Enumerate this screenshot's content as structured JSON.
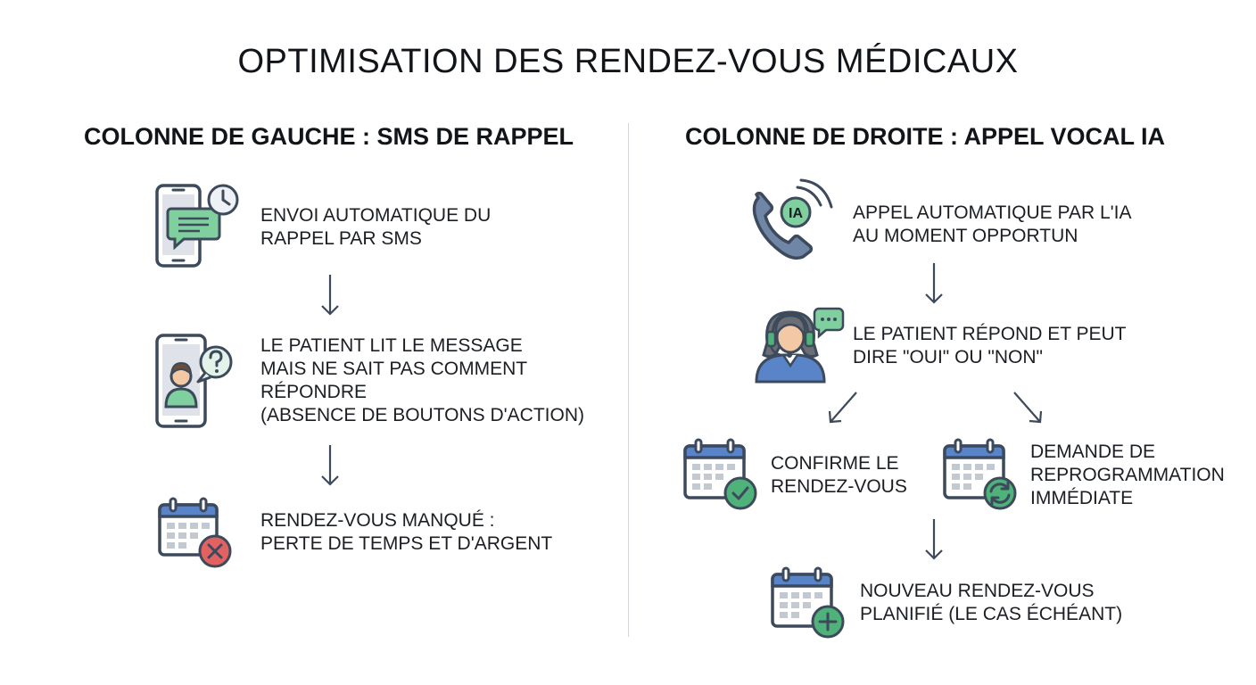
{
  "title": "OPTIMISATION DES RENDEZ-VOUS MÉDICAUX",
  "left": {
    "heading": "COLONNE DE GAUCHE : SMS DE RAPPEL",
    "steps": [
      {
        "lines": [
          "ENVOI AUTOMATIQUE DU",
          "RAPPEL PAR SMS"
        ],
        "icon": "phone-sms-clock-icon"
      },
      {
        "lines": [
          "LE PATIENT LIT LE MESSAGE",
          "MAIS NE SAIT PAS COMMENT",
          "RÉPONDRE",
          "(ABSENCE DE BOUTONS D'ACTION)"
        ],
        "icon": "phone-patient-question-icon"
      },
      {
        "lines": [
          "RENDEZ-VOUS MANQUÉ :",
          "PERTE DE TEMPS ET D'ARGENT"
        ],
        "icon": "calendar-missed-icon"
      }
    ]
  },
  "right": {
    "heading": "COLONNE DE DROITE : APPEL VOCAL IA",
    "steps": [
      {
        "lines": [
          "APPEL AUTOMATIQUE PAR L'IA",
          "AU MOMENT OPPORTUN"
        ],
        "icon": "ai-phone-call-icon",
        "badge": "IA"
      },
      {
        "lines": [
          "LE PATIENT RÉPOND ET PEUT",
          "DIRE \"OUI\" OU \"NON\""
        ],
        "icon": "patient-headset-icon"
      },
      {
        "lines": [
          "CONFIRME LE",
          "RENDEZ-VOUS"
        ],
        "icon": "calendar-confirm-icon"
      },
      {
        "lines": [
          "DEMANDE DE",
          "REPROGRAMMATION",
          "IMMÉDIATE"
        ],
        "icon": "calendar-reschedule-icon"
      },
      {
        "lines": [
          "NOUVEAU RENDEZ-VOUS",
          "PLANIFIÉ (LE CAS ÉCHÉANT)"
        ],
        "icon": "calendar-add-icon"
      }
    ]
  },
  "colors": {
    "navy": "#3d4a5c",
    "blue": "#5a84c8",
    "green": "#4fb27a",
    "red": "#e26262",
    "grid": "#c3c9d1"
  }
}
